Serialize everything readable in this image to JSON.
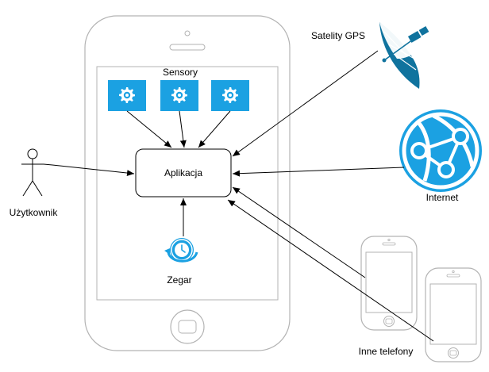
{
  "labels": {
    "sensors": "Sensory",
    "app": "Aplikacja",
    "clock": "Zegar",
    "user": "Użytkownik",
    "gps": "Satelity GPS",
    "internet": "Internet",
    "phones": "Inne telefony"
  },
  "icons": {
    "sensor": "gear-icon",
    "clock": "clock-icon",
    "user": "stick-figure-icon",
    "gps": "satellite-dish-icon",
    "internet": "globe-network-icon",
    "phone": "smartphone-icon"
  },
  "colors": {
    "accent": "#1ba1e2",
    "satellite": "#10739e",
    "outline": "#b3b3b3",
    "line": "#000000"
  }
}
